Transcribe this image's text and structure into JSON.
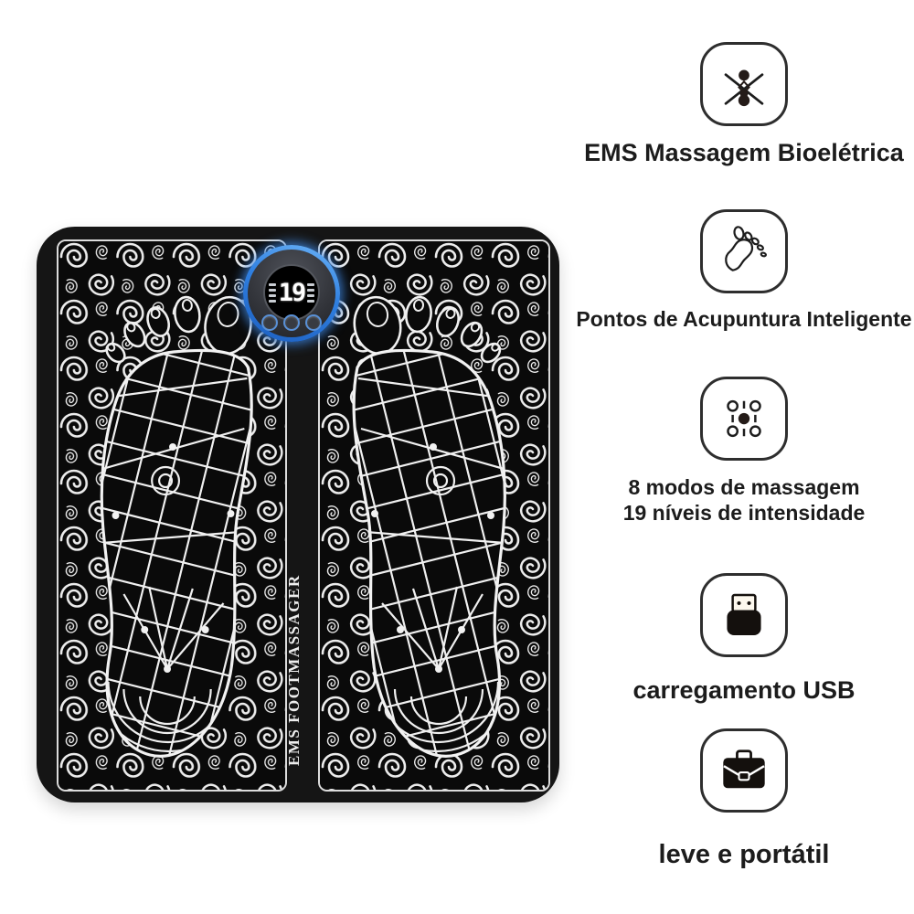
{
  "product": {
    "intensity_display": "19",
    "brand_label": "EMS FOOTMASSAGER",
    "ring_color": "#3b87e8",
    "mat_color": "#151515",
    "pattern_color": "#f0f0f0"
  },
  "features": [
    {
      "icon": "ems-pulse-icon",
      "label_lines": [
        "EMS Massagem Bioelétrica"
      ]
    },
    {
      "icon": "foot-acupoints-icon",
      "label_lines": [
        "Pontos de Acupuntura Inteligente"
      ]
    },
    {
      "icon": "massage-modes-grid-icon",
      "label_lines": [
        "8 modos de massagem",
        "19 níveis de intensidade"
      ]
    },
    {
      "icon": "usb-plug-icon",
      "label_lines": [
        "carregamento USB"
      ]
    },
    {
      "icon": "briefcase-icon",
      "label_lines": [
        "leve e portátil"
      ]
    }
  ]
}
